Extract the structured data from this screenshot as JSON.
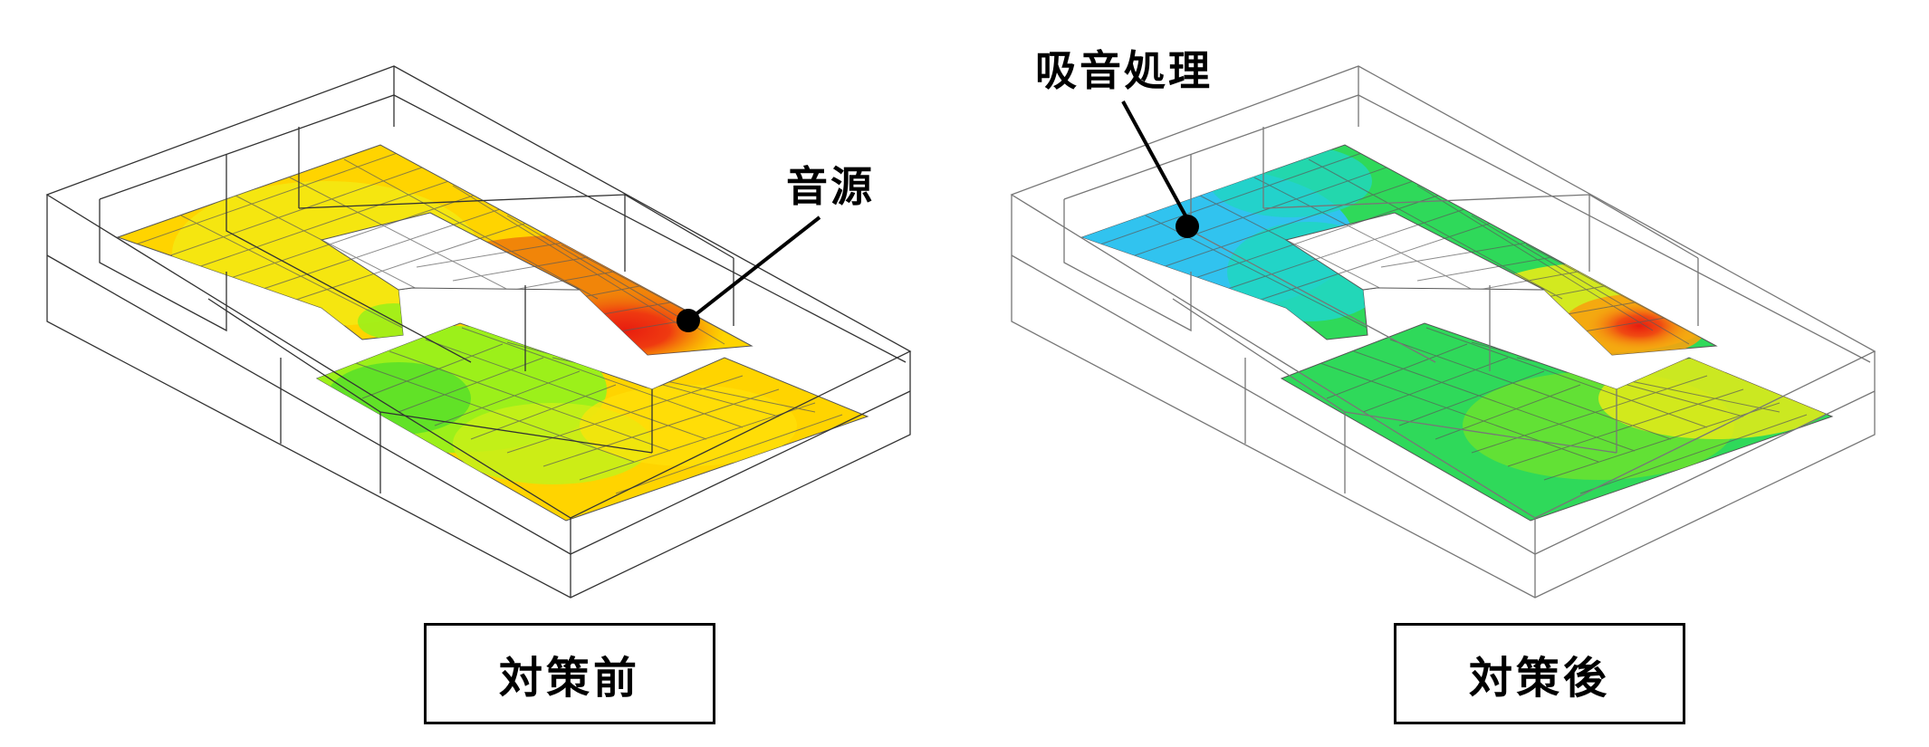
{
  "panels": [
    {
      "caption": "対策前",
      "callout": "音源",
      "colors": {
        "level_high": "#e81d0f",
        "level_mid_high": "#f07c0a",
        "level_mid": "#ffd400",
        "level_mid_low": "#f0ef16",
        "level_low": "#9cf01a",
        "level_lower": "#52de2a"
      }
    },
    {
      "caption": "対策後",
      "callout": "吸音処理",
      "colors": {
        "level_high": "#e81d0f",
        "level_mid_high": "#f7a20e",
        "level_mid": "#e6ea18",
        "level_low": "#2fd95a",
        "level_lower": "#21d6c2",
        "level_lowest": "#31c3ef"
      }
    }
  ]
}
